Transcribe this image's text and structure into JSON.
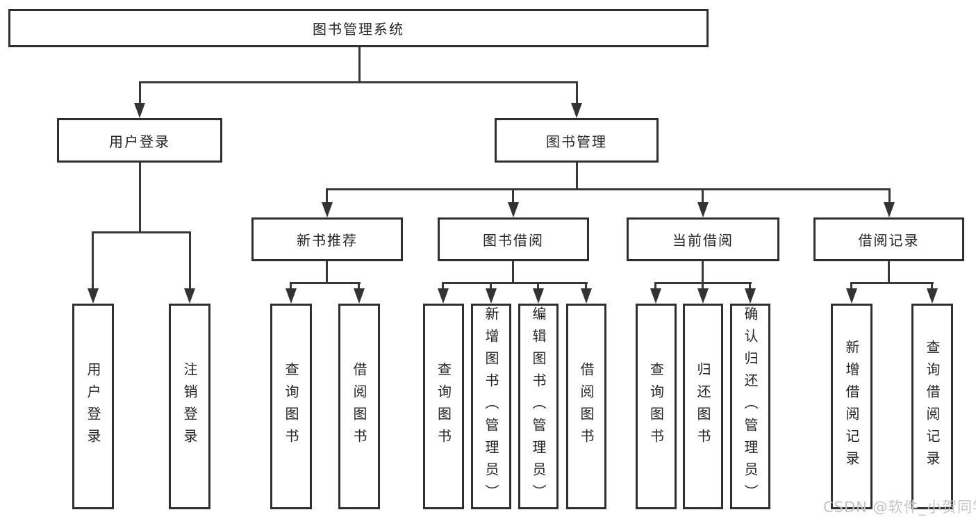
{
  "nodes": {
    "root": {
      "label": "图书管理系统"
    },
    "level2": [
      {
        "id": "user-login",
        "label": "用户登录"
      },
      {
        "id": "book-management",
        "label": "图书管理"
      }
    ],
    "level3": [
      {
        "id": "new-book-recommendation",
        "label": "新书推荐",
        "parent": "图书管理"
      },
      {
        "id": "book-borrowing",
        "label": "图书借阅",
        "parent": "图书管理"
      },
      {
        "id": "current-borrowing",
        "label": "当前借阅",
        "parent": "图书管理"
      },
      {
        "id": "borrowing-records",
        "label": "借阅记录",
        "parent": "图书管理"
      }
    ],
    "leaves": [
      {
        "id": "user-login-leaf",
        "label": "用户登录",
        "parent": "用户登录"
      },
      {
        "id": "logout",
        "label": "注销登录",
        "parent": "用户登录"
      },
      {
        "id": "query-books-recommend",
        "label": "查询图书",
        "parent": "新书推荐"
      },
      {
        "id": "borrow-books-recommend",
        "label": "借阅图书",
        "parent": "新书推荐"
      },
      {
        "id": "query-books-borrowing",
        "label": "查询图书",
        "parent": "图书借阅"
      },
      {
        "id": "add-books-admin",
        "label": "新增图书（管理员）",
        "parent": "图书借阅"
      },
      {
        "id": "edit-books-admin",
        "label": "编辑图书（管理员）",
        "parent": "图书借阅"
      },
      {
        "id": "borrow-books-borrowing",
        "label": "借阅图书",
        "parent": "图书借阅"
      },
      {
        "id": "query-books-current",
        "label": "查询图书",
        "parent": "当前借阅"
      },
      {
        "id": "return-books",
        "label": "归还图书",
        "parent": "当前借阅"
      },
      {
        "id": "confirm-return-admin",
        "label": "确认归还（管理员）",
        "parent": "当前借阅"
      },
      {
        "id": "add-borrow-record",
        "label": "新增借阅记录",
        "parent": "借阅记录"
      },
      {
        "id": "query-borrow-record",
        "label": "查询借阅记录",
        "parent": "借阅记录"
      }
    ]
  },
  "watermark": {
    "text": "CSDN @软件_小贺同学",
    "color": "#c9c2c2"
  },
  "colors": {
    "line": "#383838",
    "box_border": "#2f2f2f",
    "box_fill": "#ffffff",
    "text": "#262626",
    "background": "#ffffff"
  }
}
